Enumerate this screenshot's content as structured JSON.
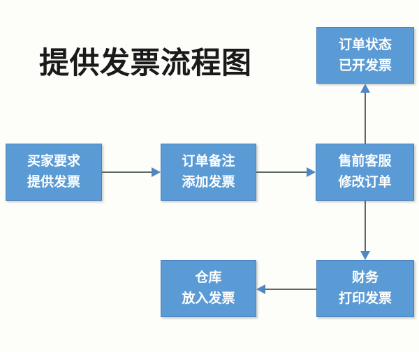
{
  "title": "提供发票流程图",
  "flowchart": {
    "nodes": [
      {
        "id": "buyer-request",
        "lines": [
          "买家要求",
          "提供发票"
        ]
      },
      {
        "id": "order-note",
        "lines": [
          "订单备注",
          "添加发票"
        ]
      },
      {
        "id": "presales-service",
        "lines": [
          "售前客服",
          "修改订单"
        ]
      },
      {
        "id": "order-status",
        "lines": [
          "订单状态",
          "已开发票"
        ]
      },
      {
        "id": "finance-print",
        "lines": [
          "财务",
          "打印发票"
        ]
      },
      {
        "id": "warehouse-insert",
        "lines": [
          "仓库",
          "放入发票"
        ]
      }
    ],
    "edges": [
      {
        "from": "buyer-request",
        "to": "order-note",
        "direction": "right"
      },
      {
        "from": "order-note",
        "to": "presales-service",
        "direction": "right"
      },
      {
        "from": "presales-service",
        "to": "order-status",
        "direction": "up"
      },
      {
        "from": "presales-service",
        "to": "finance-print",
        "direction": "down"
      },
      {
        "from": "finance-print",
        "to": "warehouse-insert",
        "direction": "left"
      }
    ]
  },
  "colors": {
    "background": "#fdfdf9",
    "title_color": "#1a1a1a",
    "node_fill": "#5b9bd5",
    "node_border": "#4a80bd",
    "node_text": "#ffffff",
    "edge_line": "#5f6964",
    "edge_arrow": "#4f87c5"
  }
}
